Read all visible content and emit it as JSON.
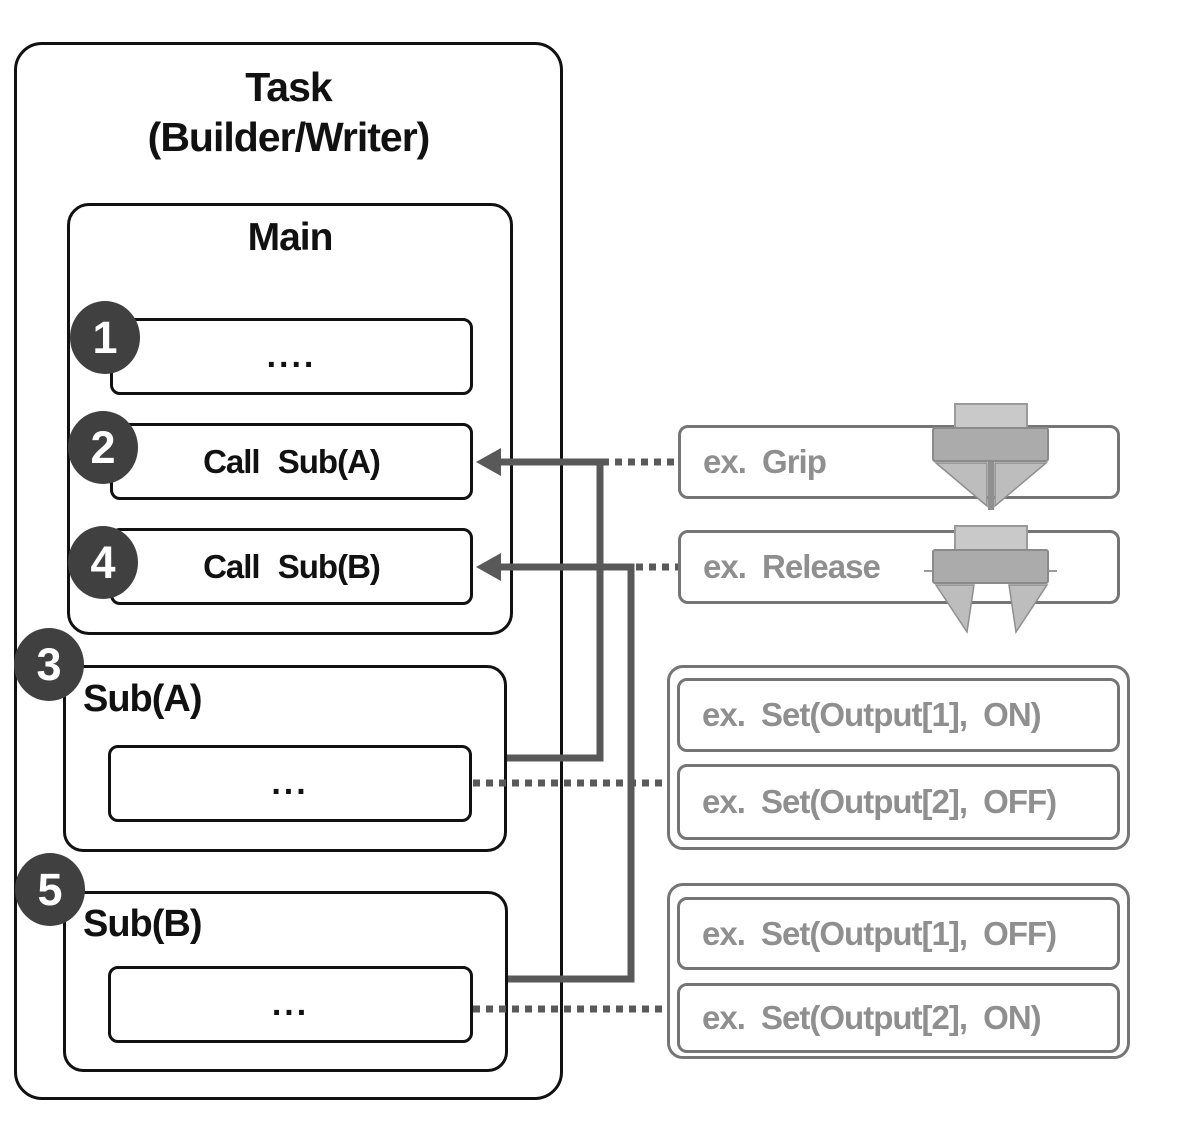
{
  "task": {
    "title_line1": "Task",
    "title_line2": "(Builder/Writer)"
  },
  "main": {
    "title": "Main",
    "items": [
      {
        "badge": "1",
        "label": "...."
      },
      {
        "badge": "2",
        "label": "Call Sub(A)"
      },
      {
        "badge": "4",
        "label": "Call Sub(B)"
      }
    ]
  },
  "subs": [
    {
      "badge": "3",
      "title": "Sub(A)",
      "body": "..."
    },
    {
      "badge": "5",
      "title": "Sub(B)",
      "body": "..."
    }
  ],
  "examples": {
    "grip": {
      "label": "ex. Grip",
      "icon": "gripper-closed-icon"
    },
    "release": {
      "label": "ex. Release",
      "icon": "gripper-open-icon"
    },
    "group_a": {
      "rows": [
        {
          "label": "ex. Set(Output[1], ON)"
        },
        {
          "label": "ex. Set(Output[2], OFF)"
        }
      ]
    },
    "group_b": {
      "rows": [
        {
          "label": "ex. Set(Output[1], OFF)"
        },
        {
          "label": "ex. Set(Output[2], ON)"
        }
      ]
    }
  },
  "colors": {
    "connector_gray": "#595959",
    "box_border_black": "#111111",
    "example_border_gray": "#757575",
    "example_text_gray": "#8f8f8f",
    "badge_background": "#404040",
    "badge_text": "#ffffff",
    "icon_light_gray": "#c9c9c9",
    "icon_mid_gray": "#ababab",
    "icon_jaw_gray": "#bdbdbd"
  }
}
